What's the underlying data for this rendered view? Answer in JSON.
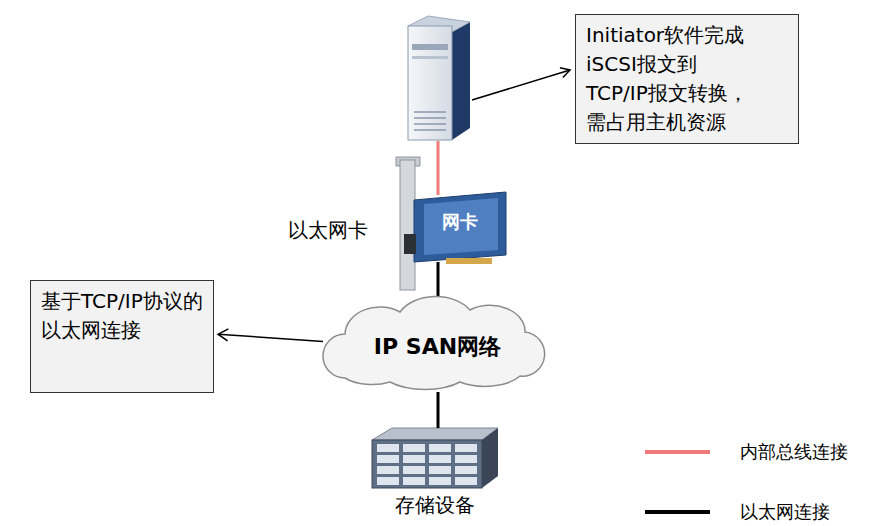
{
  "diagram": {
    "nodes": [
      {
        "text": [
          "Initiator软件完成 iSCSI报文到 TCP/IP报文转换， 需占用主机资源"
        ]
      },
      {
        "text": [
          "网卡",
          "以太网卡"
        ]
      },
      {
        "text": [
          "基于TCP/IP协议的以太网连接"
        ]
      },
      {
        "text": [
          "IP SAN网络"
        ]
      },
      {
        "text": [
          "存储设备"
        ]
      }
    ],
    "edges": [
      {
        "from": 1,
        "to": 3,
        "arrow": "none"
      },
      {
        "from": 3,
        "to": 2,
        "arrow": "to"
      },
      {
        "from": 3,
        "to": 4,
        "arrow": "none"
      }
    ],
    "legend": [
      {
        "text": "内部总线连接",
        "color": "#f07a7a"
      },
      {
        "text": "以太网连接",
        "color": "#000000"
      }
    ]
  }
}
